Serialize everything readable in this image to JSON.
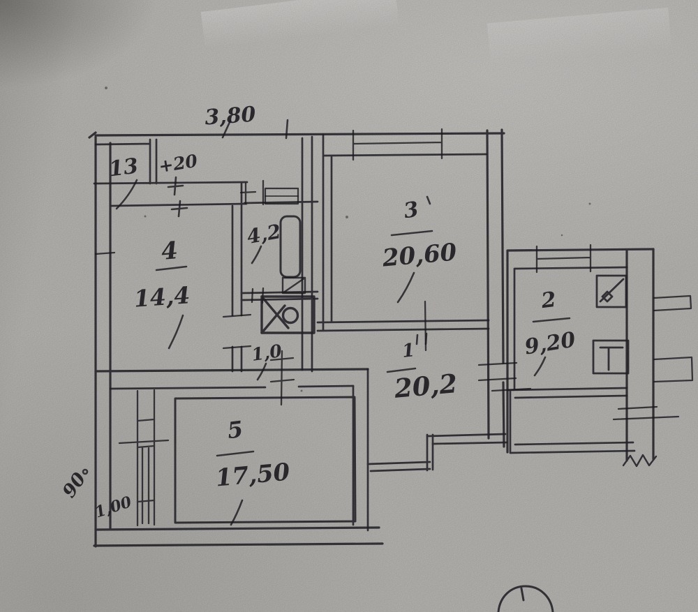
{
  "plan": {
    "top_dimension": "3,80",
    "closet": {
      "area": "13",
      "annotation": "+20"
    },
    "rooms": {
      "room4": {
        "number": "4",
        "area": "14,4"
      },
      "room3": {
        "number": "3",
        "area": "20,60"
      },
      "corridor": {
        "number": "1",
        "area": "20,2"
      },
      "kitchen": {
        "number": "2",
        "area": "9,20"
      },
      "room5": {
        "number": "5",
        "area": "17,50"
      },
      "bathroom": {
        "area": "4,2"
      },
      "wc": {
        "area": "1,0"
      }
    },
    "side_dimensions": {
      "upper": "90",
      "lower": "1,00"
    }
  }
}
